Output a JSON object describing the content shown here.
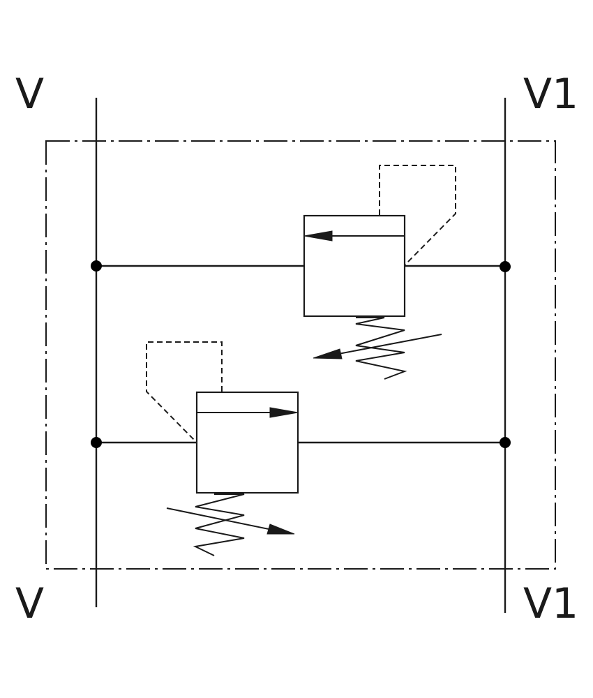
{
  "ports": {
    "top_left": "V",
    "top_right": "V1",
    "bottom_left": "V",
    "bottom_right": "V1"
  },
  "colors": {
    "line": "#1a1a1a",
    "background": "#ffffff"
  }
}
